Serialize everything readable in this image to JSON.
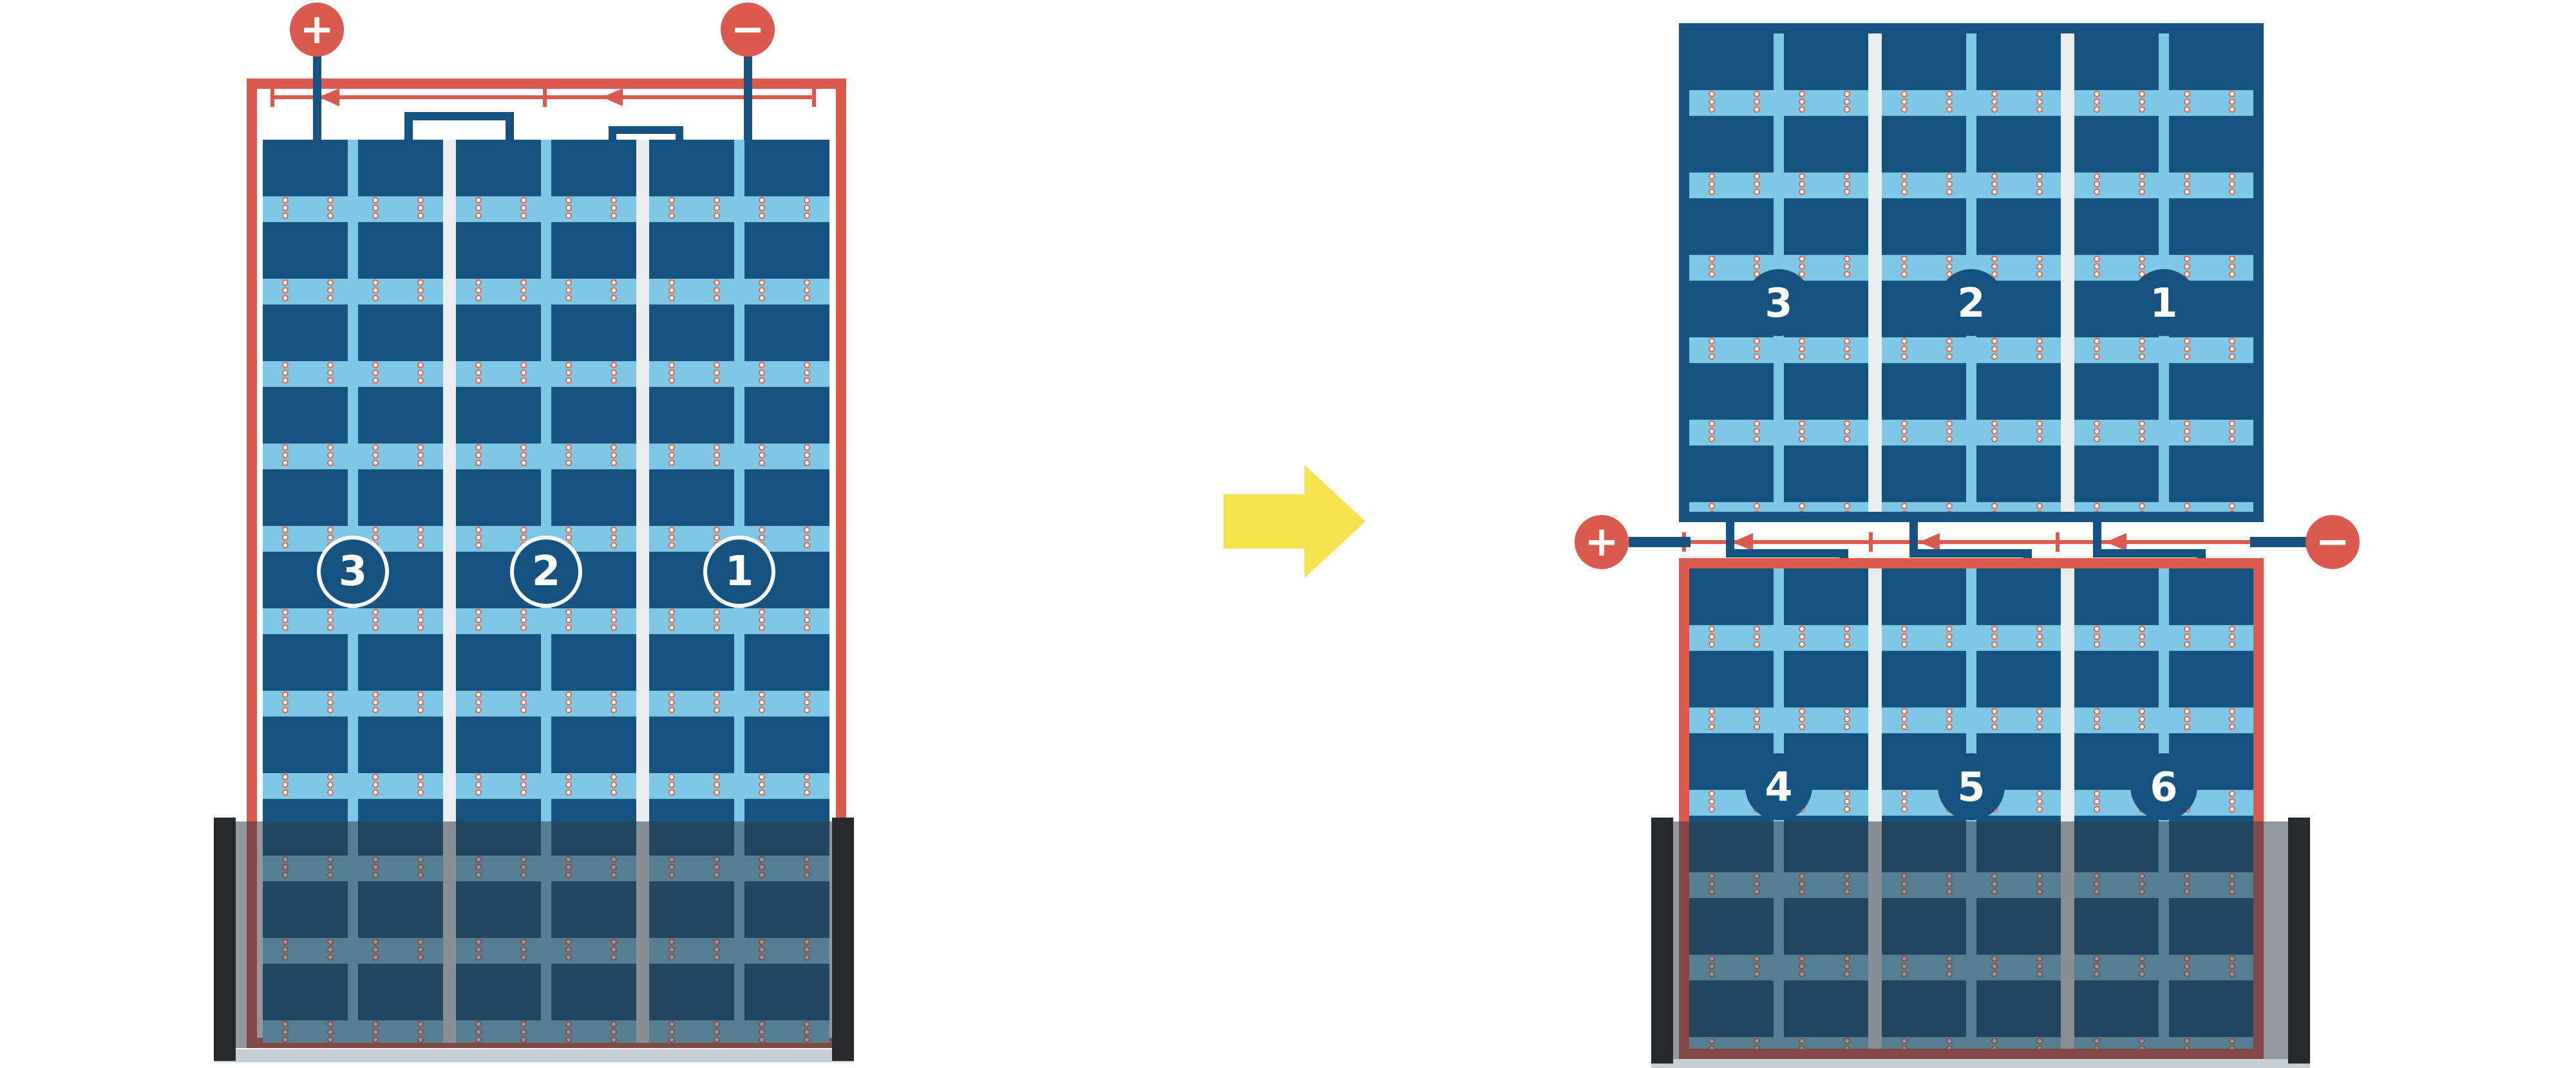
{
  "colors": {
    "red": "#DB5A4E",
    "navy": "#15527F",
    "sky": "#7EC8E6",
    "yellow": "#F6E14F",
    "dotring": "#E2674F",
    "gap": "#E8ECEE",
    "shade": "rgba(47,58,68,0.52)",
    "cap": "#26282B",
    "sill": "#C7CDD1"
  },
  "left_diagram": {
    "terminals": {
      "plus": "+",
      "minus": "−"
    },
    "panels": [
      {
        "label": "3"
      },
      {
        "label": "2"
      },
      {
        "label": "1"
      }
    ]
  },
  "right_diagram": {
    "terminals": {
      "plus": "+",
      "minus": "−"
    },
    "top_array": {
      "panels": [
        {
          "label": "3"
        },
        {
          "label": "2"
        },
        {
          "label": "1"
        }
      ]
    },
    "bottom_array": {
      "panels": [
        {
          "label": "4"
        },
        {
          "label": "5"
        },
        {
          "label": "6"
        }
      ]
    }
  }
}
